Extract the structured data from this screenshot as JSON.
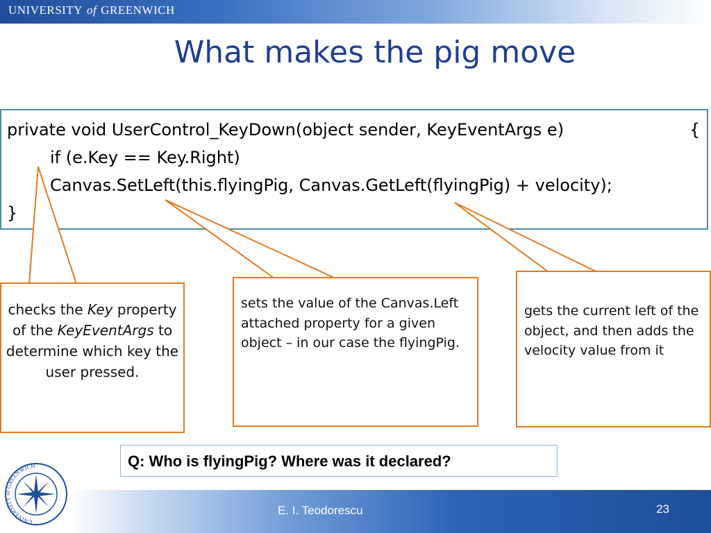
{
  "header": {
    "university_1": "UNIVERSITY",
    "university_of": "of",
    "university_2": "GREENWICH"
  },
  "slide": {
    "title": "What makes the pig move"
  },
  "code": {
    "line1": "private void UserControl_KeyDown(object sender, KeyEventArgs e)",
    "line1_brace": "{",
    "line2": "if (e.Key == Key.Right)",
    "line3": "Canvas.SetLeft(this.flyingPig, Canvas.GetLeft(flyingPig) + velocity);",
    "line4": "}"
  },
  "callouts": {
    "c1_a": "checks the ",
    "c1_key": "Key",
    "c1_b": " property of the ",
    "c1_args": "KeyEventArgs",
    "c1_c": " to determine which key the user pressed.",
    "c2": "sets the value of the Canvas.Left attached property for a given object – in our case the flyingPig.",
    "c3": "gets the current left of the object, and then adds the velocity value from it"
  },
  "question": "Q: Who is flyingPig? Where was it declared?",
  "footer": {
    "author": "E. I. Teodorescu",
    "page": "23"
  },
  "logo": {
    "ring_text": "UNIVERSITY of GREENWICH"
  },
  "colors": {
    "accent_blue": "#1f4e9c",
    "title_blue": "#1f3f8f",
    "callout_orange": "#e07a1f",
    "code_border": "#4a8ca8"
  }
}
